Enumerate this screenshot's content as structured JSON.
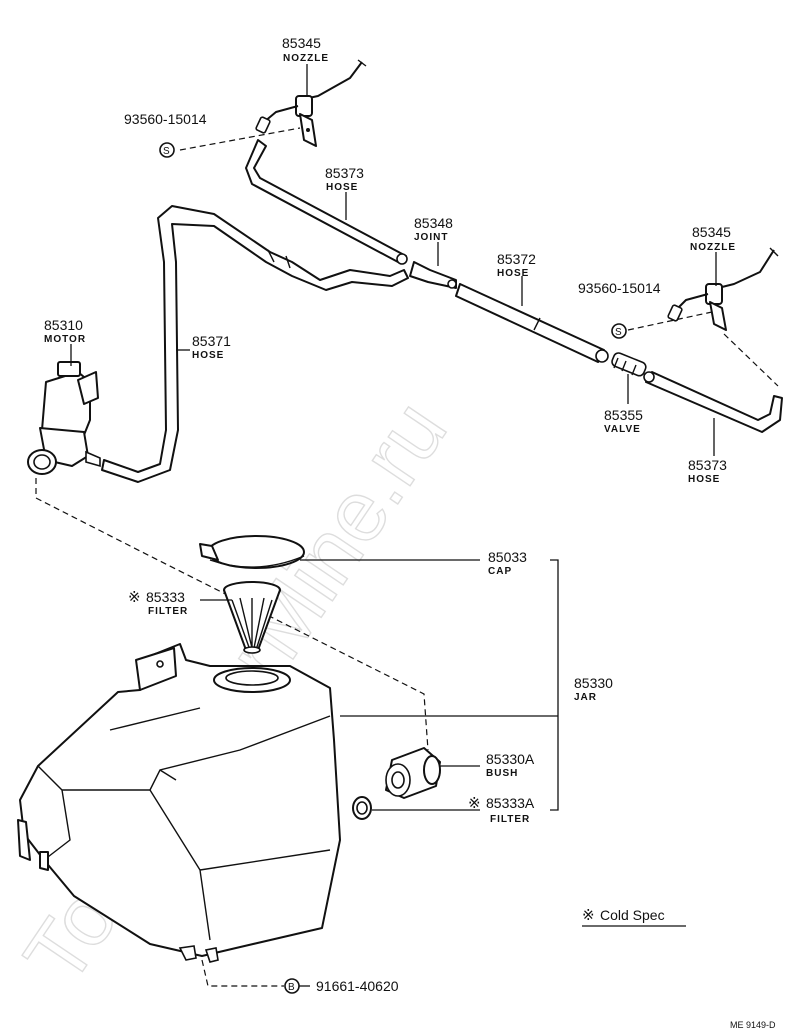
{
  "watermark": "ToyotaCarMine.ru",
  "diagram_code": "ME 9149-D",
  "legend": {
    "symbol": "※",
    "text": "Cold  Spec"
  },
  "circle_labels": {
    "s": "S",
    "b": "B"
  },
  "parts": {
    "nozzle_top": {
      "number": "85345",
      "name": "NOZZLE"
    },
    "nozzle_right": {
      "number": "85345",
      "name": "NOZZLE"
    },
    "screw_top": {
      "number": "93560-15014"
    },
    "screw_right": {
      "number": "93560-15014"
    },
    "hose_top": {
      "number": "85373",
      "name": "HOSE"
    },
    "joint": {
      "number": "85348",
      "name": "JOINT"
    },
    "hose_middle": {
      "number": "85372",
      "name": "HOSE"
    },
    "motor": {
      "number": "85310",
      "name": "MOTOR"
    },
    "hose_left": {
      "number": "85371",
      "name": "HOSE"
    },
    "valve": {
      "number": "85355",
      "name": "VALVE"
    },
    "hose_right": {
      "number": "85373",
      "name": "HOSE"
    },
    "cap": {
      "number": "85033",
      "name": "CAP"
    },
    "filter_top": {
      "symbol": "※",
      "number": "85333",
      "name": "FILTER"
    },
    "jar": {
      "number": "85330",
      "name": "JAR"
    },
    "bush": {
      "number": "85330A",
      "name": "BUSH"
    },
    "filter_bottom": {
      "symbol": "※",
      "number": "85333A",
      "name": "FILTER"
    },
    "bolt": {
      "number": "91661-40620"
    }
  }
}
